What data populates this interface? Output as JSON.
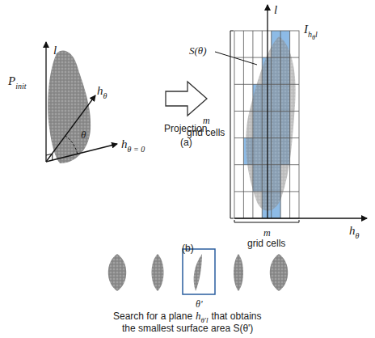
{
  "diagram": {
    "labels": [
      "l",
      "P",
      "init",
      "h",
      "θ",
      "θ",
      "h",
      "θ = 0",
      "Projection",
      "(a)",
      "l",
      "I",
      "h",
      "θ",
      "l",
      "S(θ)",
      "m",
      "grid cells",
      "m",
      "grid cells",
      "h",
      "θ",
      "θ'",
      "Search for a plane",
      "h",
      "θ'",
      "l",
      "that obtains",
      "the smallest surface area S(θ')",
      "(b)"
    ]
  }
}
